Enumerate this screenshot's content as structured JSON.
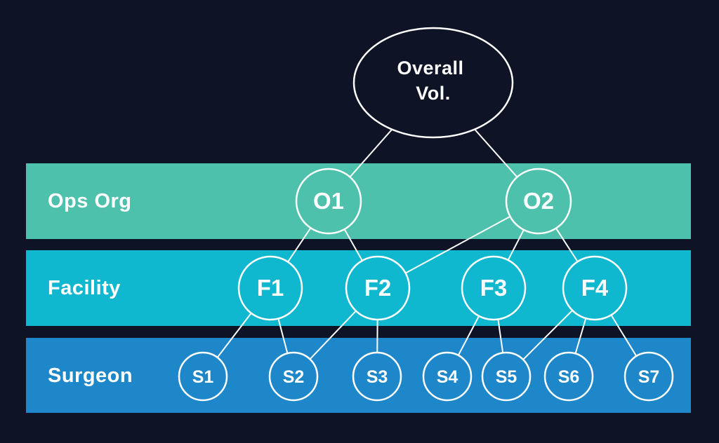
{
  "colors": {
    "background": "#0e1426",
    "edge": "#ffffff",
    "node_stroke": "#ffffff",
    "text": "#ffffff"
  },
  "root_node": {
    "id": "overall",
    "line1": "Overall",
    "line2": "Vol."
  },
  "bands": [
    {
      "id": "ops-org",
      "label": "Ops Org",
      "color": "#4dc1ac"
    },
    {
      "id": "facility",
      "label": "Facility",
      "color": "#0fb8ce"
    },
    {
      "id": "surgeon",
      "label": "Surgeon",
      "color": "#1e87c9"
    }
  ],
  "nodes": {
    "o1": {
      "label": "O1",
      "level": "ops-org"
    },
    "o2": {
      "label": "O2",
      "level": "ops-org"
    },
    "f1": {
      "label": "F1",
      "level": "facility"
    },
    "f2": {
      "label": "F2",
      "level": "facility"
    },
    "f3": {
      "label": "F3",
      "level": "facility"
    },
    "f4": {
      "label": "F4",
      "level": "facility"
    },
    "s1": {
      "label": "S1",
      "level": "surgeon"
    },
    "s2": {
      "label": "S2",
      "level": "surgeon"
    },
    "s3": {
      "label": "S3",
      "level": "surgeon"
    },
    "s4": {
      "label": "S4",
      "level": "surgeon"
    },
    "s5": {
      "label": "S5",
      "level": "surgeon"
    },
    "s6": {
      "label": "S6",
      "level": "surgeon"
    },
    "s7": {
      "label": "S7",
      "level": "surgeon"
    }
  },
  "edges": [
    [
      "overall",
      "o1"
    ],
    [
      "overall",
      "o2"
    ],
    [
      "o1",
      "f1"
    ],
    [
      "o1",
      "f2"
    ],
    [
      "o2",
      "f2"
    ],
    [
      "o2",
      "f3"
    ],
    [
      "o2",
      "f4"
    ],
    [
      "f1",
      "s1"
    ],
    [
      "f1",
      "s2"
    ],
    [
      "f2",
      "s2"
    ],
    [
      "f2",
      "s3"
    ],
    [
      "f3",
      "s4"
    ],
    [
      "f3",
      "s5"
    ],
    [
      "f4",
      "s5"
    ],
    [
      "f4",
      "s6"
    ],
    [
      "f4",
      "s7"
    ]
  ]
}
